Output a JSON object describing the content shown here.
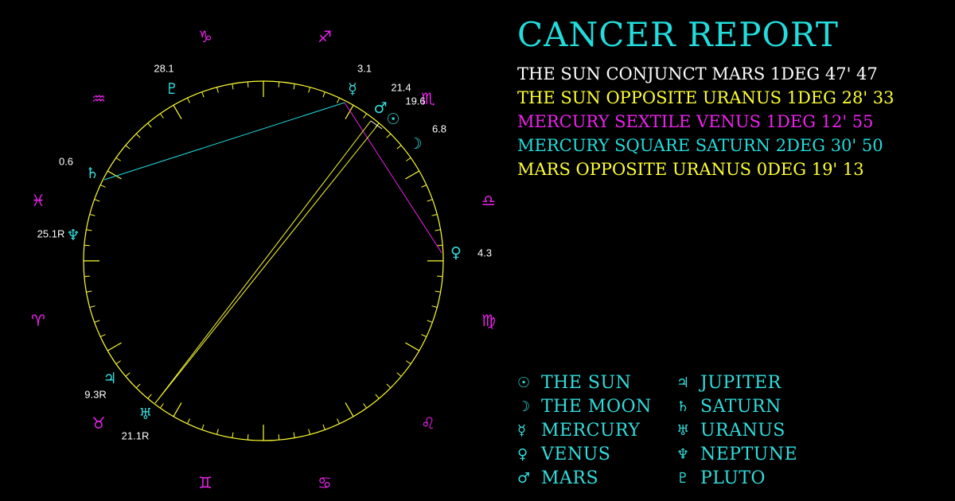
{
  "colors": {
    "background": "#000000",
    "wheel": "#ffff33",
    "planet": "#33dddd",
    "sign": "#ee22ee",
    "degree": "#ffffff",
    "title": "#22dddd",
    "aspect_cyan": "#22dddd",
    "aspect_yellow": "#ffff33",
    "aspect_magenta": "#ee22ee",
    "aspect_white": "#ffffff"
  },
  "report": {
    "title": "CANCER REPORT",
    "aspects": [
      {
        "text": "THE SUN CONJUNCT MARS 1DEG 47' 47",
        "color": "#ffffff"
      },
      {
        "text": "THE SUN OPPOSITE URANUS 1DEG 28' 33",
        "color": "#ffff33"
      },
      {
        "text": "MERCURY SEXTILE VENUS 1DEG 12' 55",
        "color": "#ee22ee"
      },
      {
        "text": "MERCURY SQUARE SATURN 2DEG 30' 50",
        "color": "#22dddd"
      },
      {
        "text": "MARS OPPOSITE URANUS 0DEG 19' 13",
        "color": "#ffff33"
      }
    ]
  },
  "legend": [
    {
      "glyph": "☉",
      "name": "THE SUN"
    },
    {
      "glyph": "☽",
      "name": "THE MOON"
    },
    {
      "glyph": "☿",
      "name": "MERCURY"
    },
    {
      "glyph": "♀",
      "name": "VENUS"
    },
    {
      "glyph": "♂",
      "name": "MARS"
    },
    {
      "glyph": "♃",
      "name": "JUPITER"
    },
    {
      "glyph": "♄",
      "name": "SATURN"
    },
    {
      "glyph": "♅",
      "name": "URANUS"
    },
    {
      "glyph": "♆",
      "name": "NEPTUNE"
    },
    {
      "glyph": "♇",
      "name": "PLUTO"
    }
  ],
  "chart": {
    "signs": [
      {
        "name": "capricorn",
        "glyph": "♑"
      },
      {
        "name": "sagittarius",
        "glyph": "♐"
      },
      {
        "name": "scorpio",
        "glyph": "♏"
      },
      {
        "name": "libra",
        "glyph": "♎"
      },
      {
        "name": "virgo",
        "glyph": "♍"
      },
      {
        "name": "leo",
        "glyph": "♌"
      },
      {
        "name": "cancer",
        "glyph": "♋"
      },
      {
        "name": "gemini",
        "glyph": "♊"
      },
      {
        "name": "taurus",
        "glyph": "♉"
      },
      {
        "name": "aries",
        "glyph": "♈"
      },
      {
        "name": "pisces",
        "glyph": "♓"
      },
      {
        "name": "aquarius",
        "glyph": "♒"
      }
    ],
    "planets": [
      {
        "name": "pluto",
        "glyph": "♇",
        "degree": "28.1"
      },
      {
        "name": "mercury",
        "glyph": "☿",
        "degree": "3.1"
      },
      {
        "name": "mars",
        "glyph": "♂",
        "degree": "21.4"
      },
      {
        "name": "sun",
        "glyph": "☉",
        "degree": "19.6"
      },
      {
        "name": "moon",
        "glyph": "☽",
        "degree": "6.8"
      },
      {
        "name": "saturn",
        "glyph": "♄",
        "degree": "0.6"
      },
      {
        "name": "neptune",
        "glyph": "♆",
        "degree": "25.1R"
      },
      {
        "name": "venus",
        "glyph": "♀",
        "degree": "4.3"
      },
      {
        "name": "jupiter",
        "glyph": "♃",
        "degree": "9.3R"
      },
      {
        "name": "uranus",
        "glyph": "♅",
        "degree": "21.1R"
      }
    ]
  }
}
